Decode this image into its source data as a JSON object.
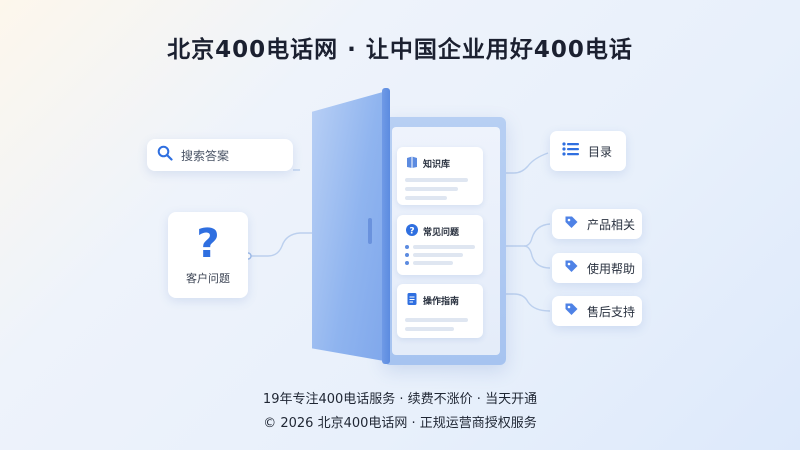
{
  "header": {
    "title": "北京400电话网 · 让中国企业用好400电话"
  },
  "search": {
    "label": "搜索答案",
    "icon": "search-icon"
  },
  "question": {
    "label": "客户问题",
    "icon": "question-mark-icon"
  },
  "door": {
    "cards": [
      {
        "title": "知识库",
        "icon": "book-icon"
      },
      {
        "title": "常见问题",
        "icon": "help-circle-icon"
      },
      {
        "title": "操作指南",
        "icon": "document-icon"
      }
    ]
  },
  "menu": {
    "label": "目录",
    "icon": "list-icon"
  },
  "tags": [
    {
      "label": "产品相关",
      "icon": "tag-icon"
    },
    {
      "label": "使用帮助",
      "icon": "tag-icon"
    },
    {
      "label": "售后支持",
      "icon": "tag-icon"
    }
  ],
  "footer": {
    "line1": "19年专注400电话服务 · 续费不涨价 · 当天开通",
    "line2": "© 2026 北京400电话网 · 正规运营商授权服务"
  },
  "colors": {
    "accent": "#2f6fe0",
    "door": "#8fb4ef",
    "text": "#1b2030"
  }
}
